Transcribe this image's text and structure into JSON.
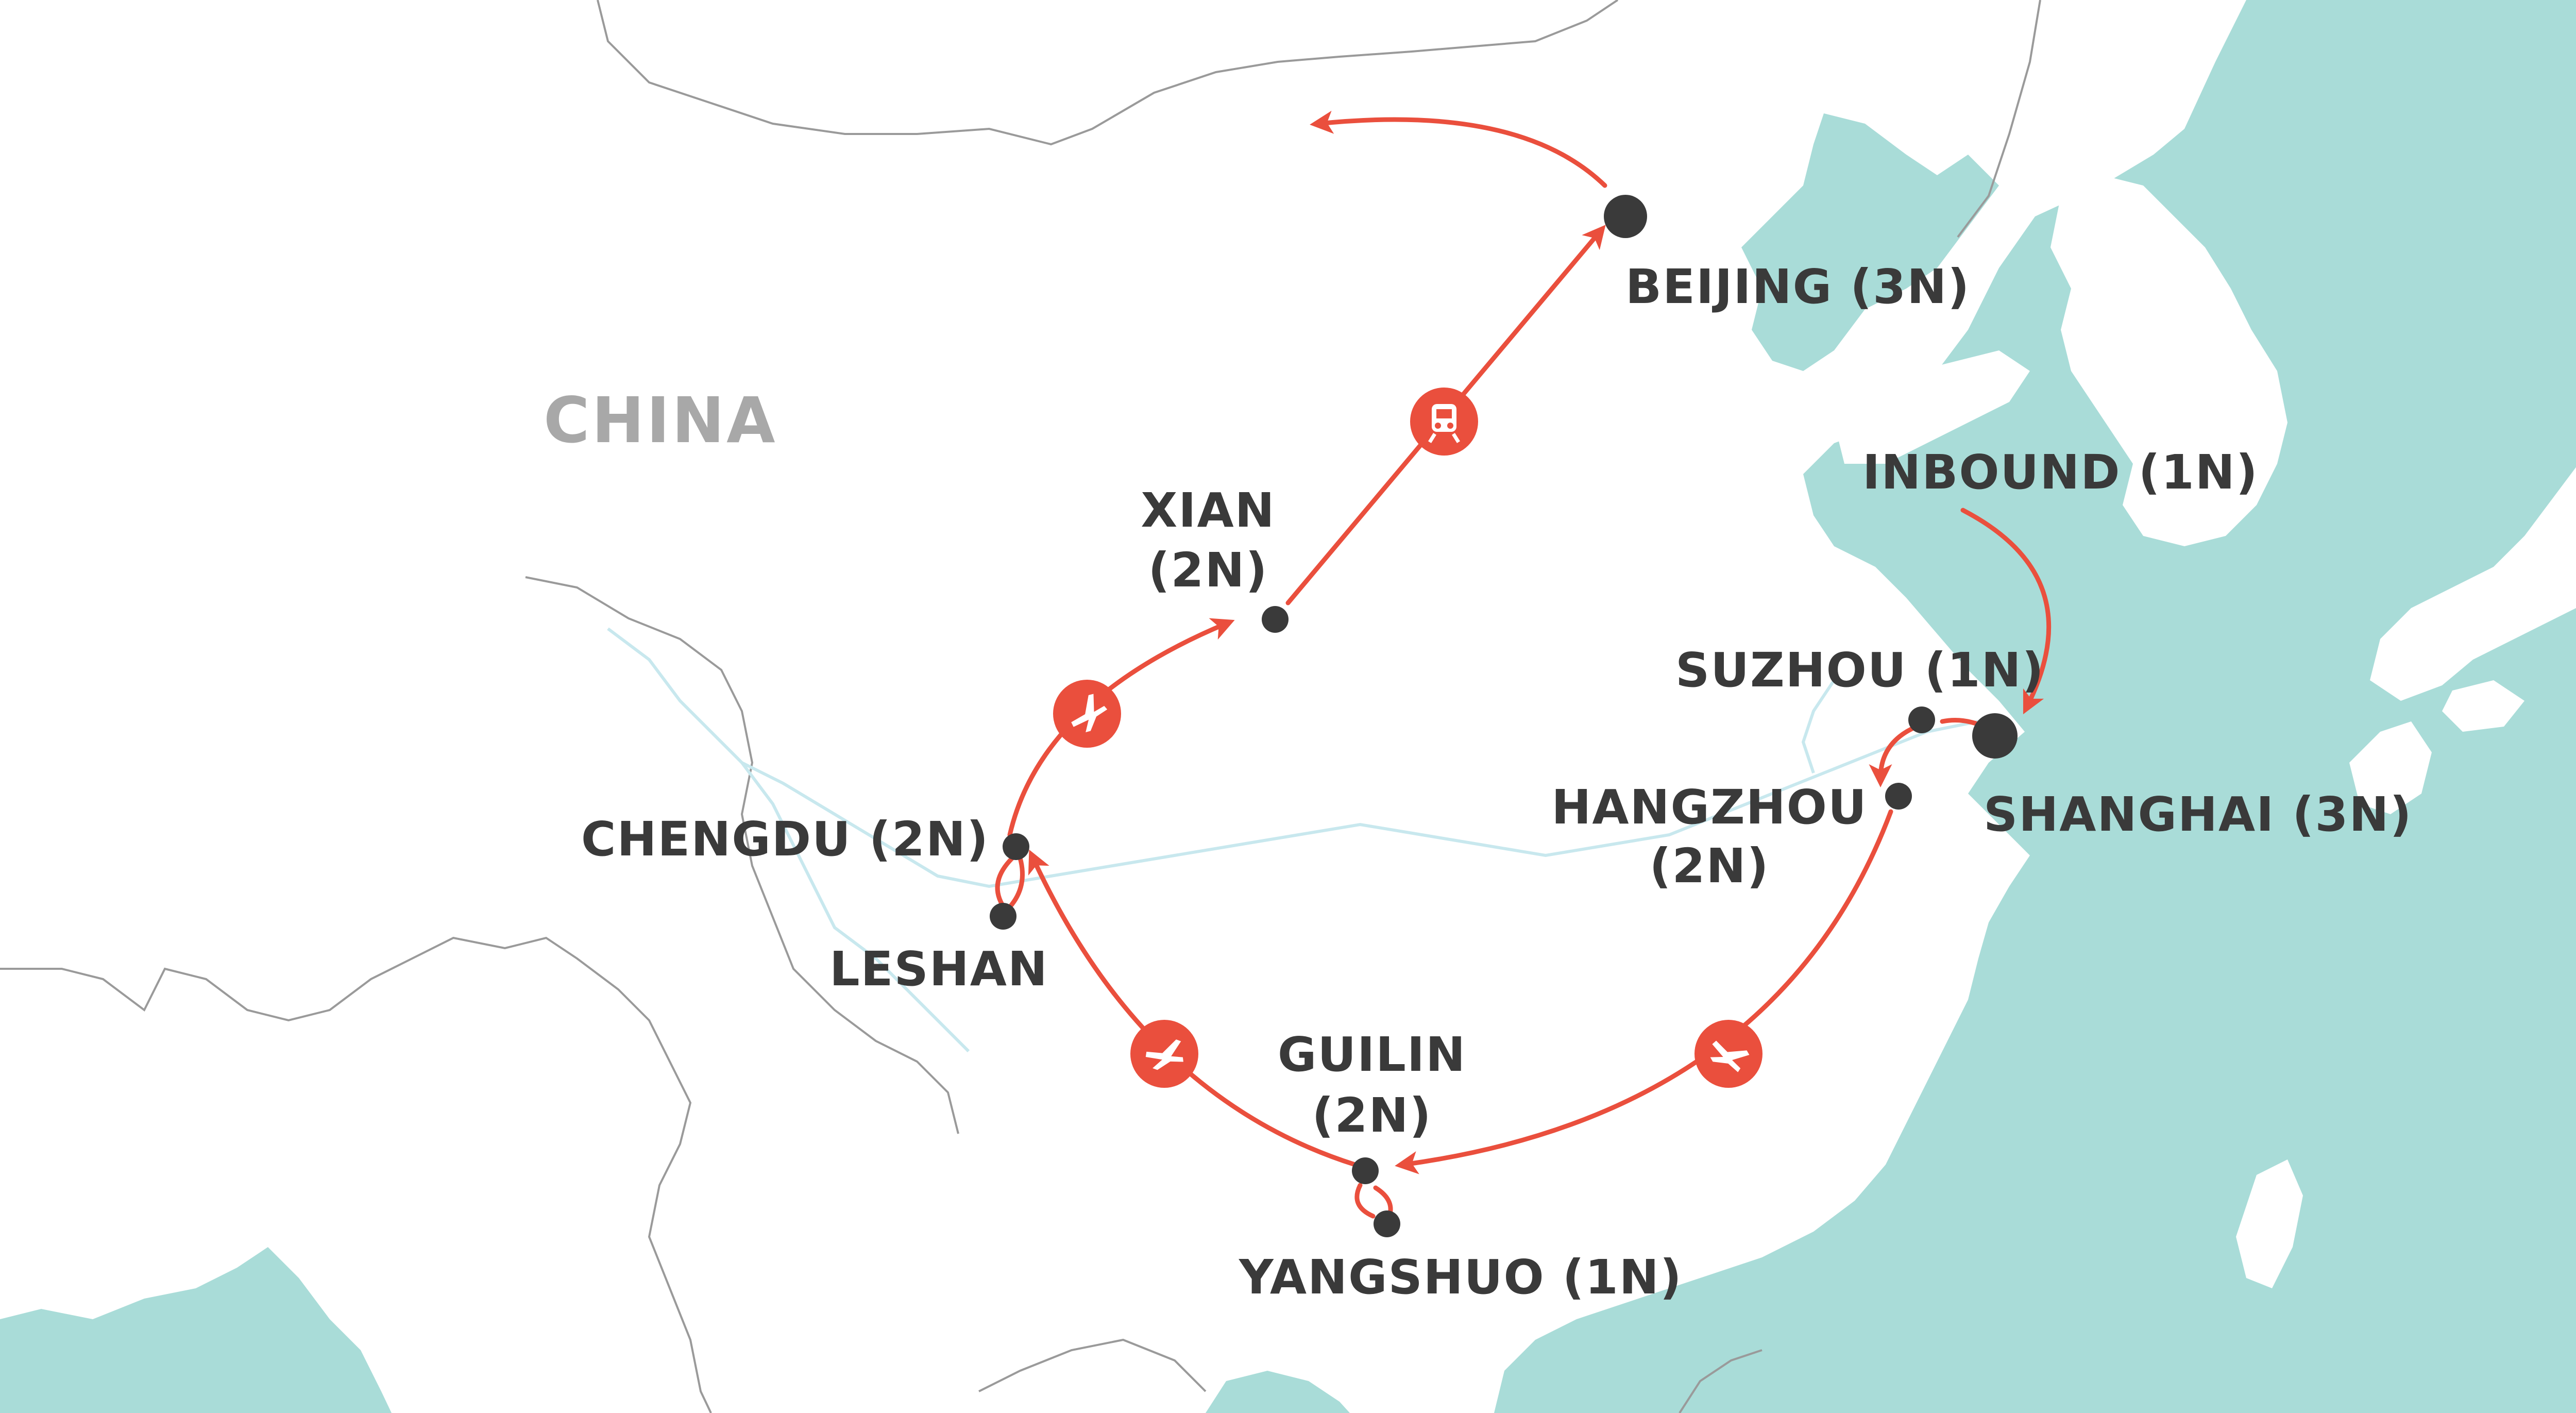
{
  "map": {
    "country_label": "CHINA",
    "colors": {
      "sea": "#a9dcd8",
      "land": "#ffffff",
      "border": "#9a9a9a",
      "river": "#c8e8ee",
      "route": "#ea4f3d",
      "city_dot": "#3a3a3a",
      "label": "#3a3a3a",
      "country_label": "#a8a8a8"
    },
    "cities": {
      "beijing": "BEIJING (3N)",
      "xian_name": "XIAN",
      "xian_nights": "(2N)",
      "chengdu": "CHENGDU (2N)",
      "leshan": "LESHAN",
      "guilin_name": "GUILIN",
      "guilin_nights": "(2N)",
      "yangshuo": "YANGSHUO (1N)",
      "hangzhou_name": "HANGZHOU",
      "hangzhou_nights": "(2N)",
      "suzhou": "SUZHOU (1N)",
      "shanghai": "SHANGHAI (3N)",
      "inbound": "INBOUND (1N)"
    },
    "transport_icons": [
      "plane-icon",
      "plane-icon",
      "plane-icon",
      "plane-icon",
      "train-icon"
    ]
  }
}
